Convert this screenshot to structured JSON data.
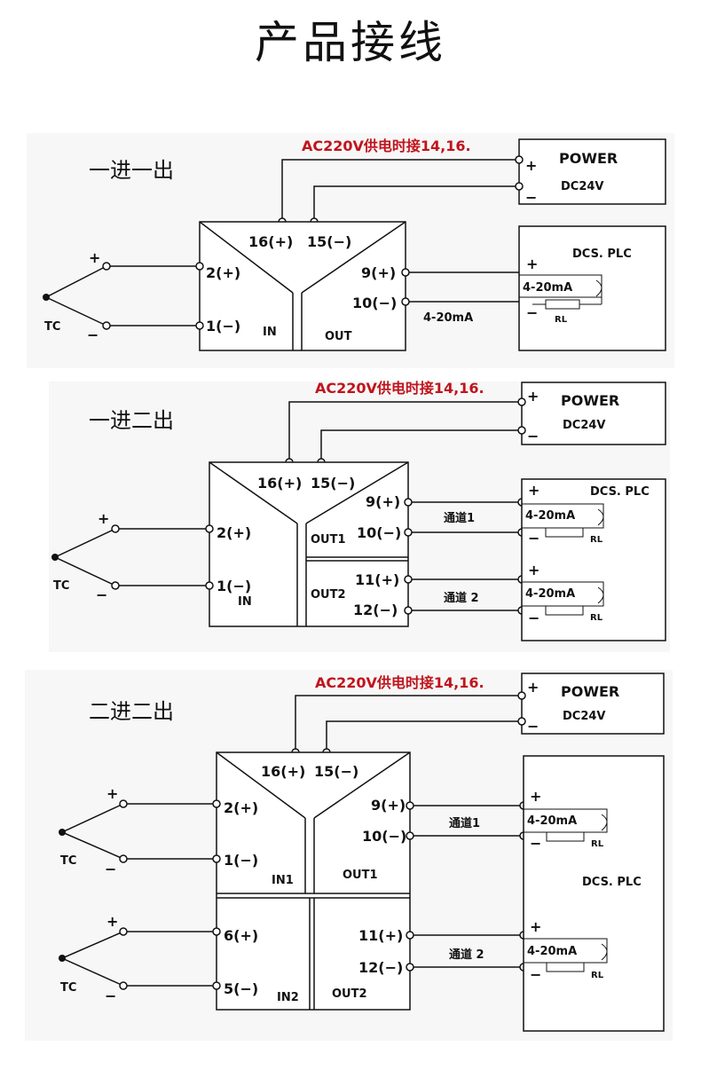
{
  "title": "产品接线",
  "common": {
    "power_note": "AC220V供电时接14,16.",
    "power": "POWER",
    "dc24v": "DC24V",
    "dcs_plc": "DCS. PLC",
    "plus": "+",
    "minus": "−",
    "tc": "TC",
    "current": "4-20mA",
    "rl": "RL",
    "t16": "16(+)",
    "t15": "15(−)"
  },
  "diagrams": [
    {
      "label": "一进一出",
      "inputs": [
        "2(+)",
        "1(−)"
      ],
      "in_label": "IN",
      "out_terms": [
        "9(+)",
        "10(−)"
      ],
      "out_label": "OUT",
      "signal_label": "4-20mA"
    },
    {
      "label": "一进二出",
      "inputs": [
        "2(+)",
        "1(−)"
      ],
      "in_label": "IN",
      "out1_terms": [
        "9(+)",
        "10(−)"
      ],
      "out1_label": "OUT1",
      "out2_terms": [
        "11(+)",
        "12(−)"
      ],
      "out2_label": "OUT2",
      "channel1": "通道1",
      "channel2": "通道 2"
    },
    {
      "label": "二进二出",
      "in1_terms": [
        "2(+)",
        "1(−)"
      ],
      "in1_label": "IN1",
      "in2_terms": [
        "6(+)",
        "5(−)"
      ],
      "in2_label": "IN2",
      "out1_terms": [
        "9(+)",
        "10(−)"
      ],
      "out1_label": "OUT1",
      "out2_terms": [
        "11(+)",
        "12(−)"
      ],
      "out2_label": "OUT2",
      "channel1": "通道1",
      "channel2": "通道 2"
    }
  ]
}
